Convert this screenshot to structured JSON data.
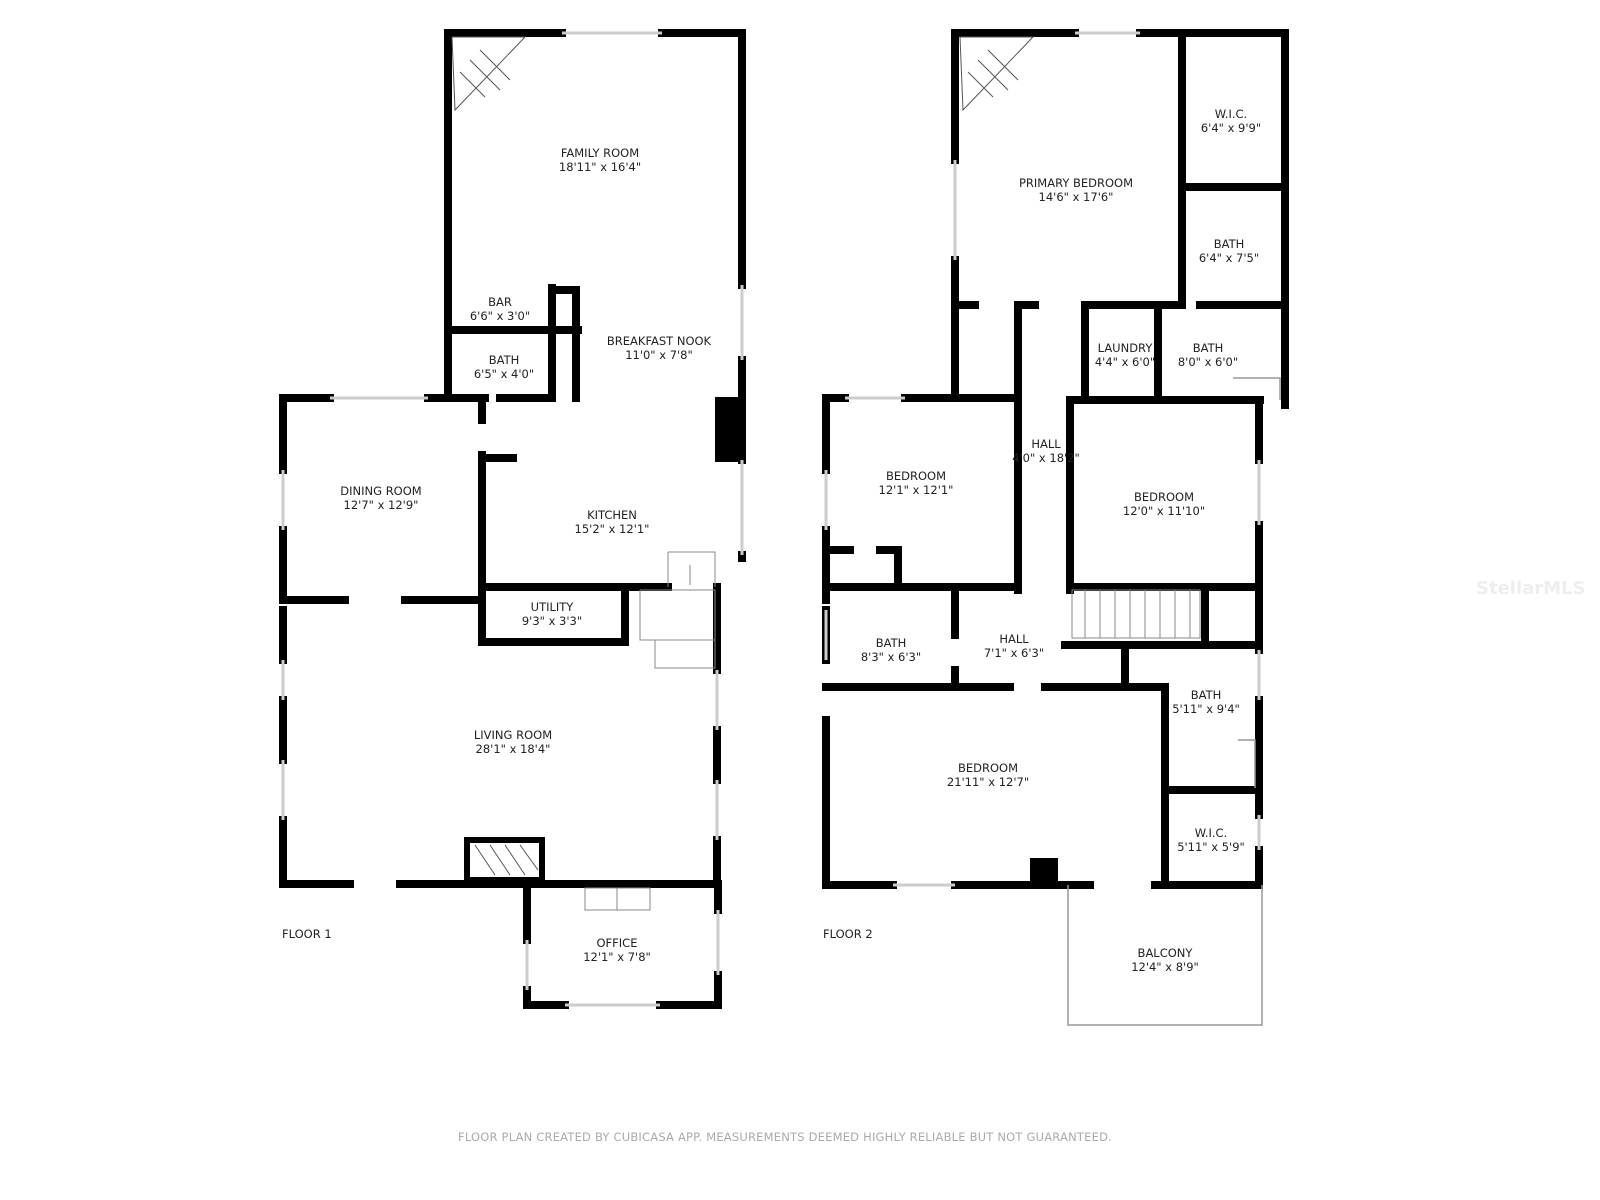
{
  "floors": [
    {
      "label": "FLOOR 1",
      "rooms": [
        {
          "name": "FAMILY ROOM",
          "size": "18'11\" x 16'4\""
        },
        {
          "name": "BAR",
          "size": "6'6\" x 3'0\""
        },
        {
          "name": "BREAKFAST NOOK",
          "size": "11'0\" x 7'8\""
        },
        {
          "name": "BATH",
          "size": "6'5\" x 4'0\""
        },
        {
          "name": "DINING ROOM",
          "size": "12'7\" x 12'9\""
        },
        {
          "name": "KITCHEN",
          "size": "15'2\" x 12'1\""
        },
        {
          "name": "UTILITY",
          "size": "9'3\" x 3'3\""
        },
        {
          "name": "LIVING ROOM",
          "size": "28'1\" x 18'4\""
        },
        {
          "name": "OFFICE",
          "size": "12'1\" x 7'8\""
        }
      ]
    },
    {
      "label": "FLOOR 2",
      "rooms": [
        {
          "name": "PRIMARY BEDROOM",
          "size": "14'6\" x 17'6\""
        },
        {
          "name": "W.I.C.",
          "size": "6'4\" x 9'9\""
        },
        {
          "name": "BATH",
          "size": "6'4\" x 7'5\""
        },
        {
          "name": "LAUNDRY",
          "size": "4'4\" x 6'0\""
        },
        {
          "name": "BATH",
          "size": "8'0\" x 6'0\""
        },
        {
          "name": "HALL",
          "size": "4'0\" x 18'2\""
        },
        {
          "name": "BEDROOM",
          "size": "12'1\" x 12'1\""
        },
        {
          "name": "BEDROOM",
          "size": "12'0\" x 11'10\""
        },
        {
          "name": "BATH",
          "size": "8'3\" x 6'3\""
        },
        {
          "name": "HALL",
          "size": "7'1\" x 6'3\""
        },
        {
          "name": "BATH",
          "size": "5'11\" x 9'4\""
        },
        {
          "name": "BEDROOM",
          "size": "21'11\" x 12'7\""
        },
        {
          "name": "W.I.C.",
          "size": "5'11\" x 5'9\""
        },
        {
          "name": "BALCONY",
          "size": "12'4\" x 8'9\""
        }
      ]
    }
  ],
  "footer": "FLOOR PLAN CREATED BY CUBICASA APP. MEASUREMENTS DEEMED HIGHLY RELIABLE BUT NOT GUARANTEED.",
  "watermark": "StellarMLS",
  "colors": {
    "wall": "#000000",
    "window": "#cccccc",
    "text": "#222222",
    "footer": "#aaaaaa"
  }
}
